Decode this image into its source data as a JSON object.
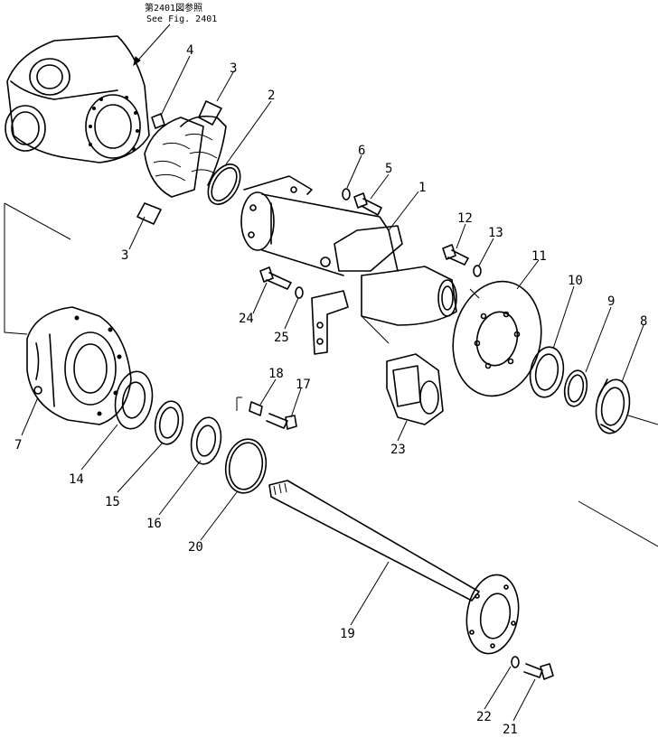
{
  "reference_note": {
    "jp": "第2401図参照",
    "en": "See Fig. 2401"
  },
  "callouts": [
    "1",
    "2",
    "3",
    "3",
    "4",
    "5",
    "6",
    "7",
    "8",
    "9",
    "10",
    "11",
    "12",
    "13",
    "14",
    "15",
    "16",
    "17",
    "18",
    "19",
    "20",
    "21",
    "22",
    "23",
    "24",
    "25"
  ]
}
